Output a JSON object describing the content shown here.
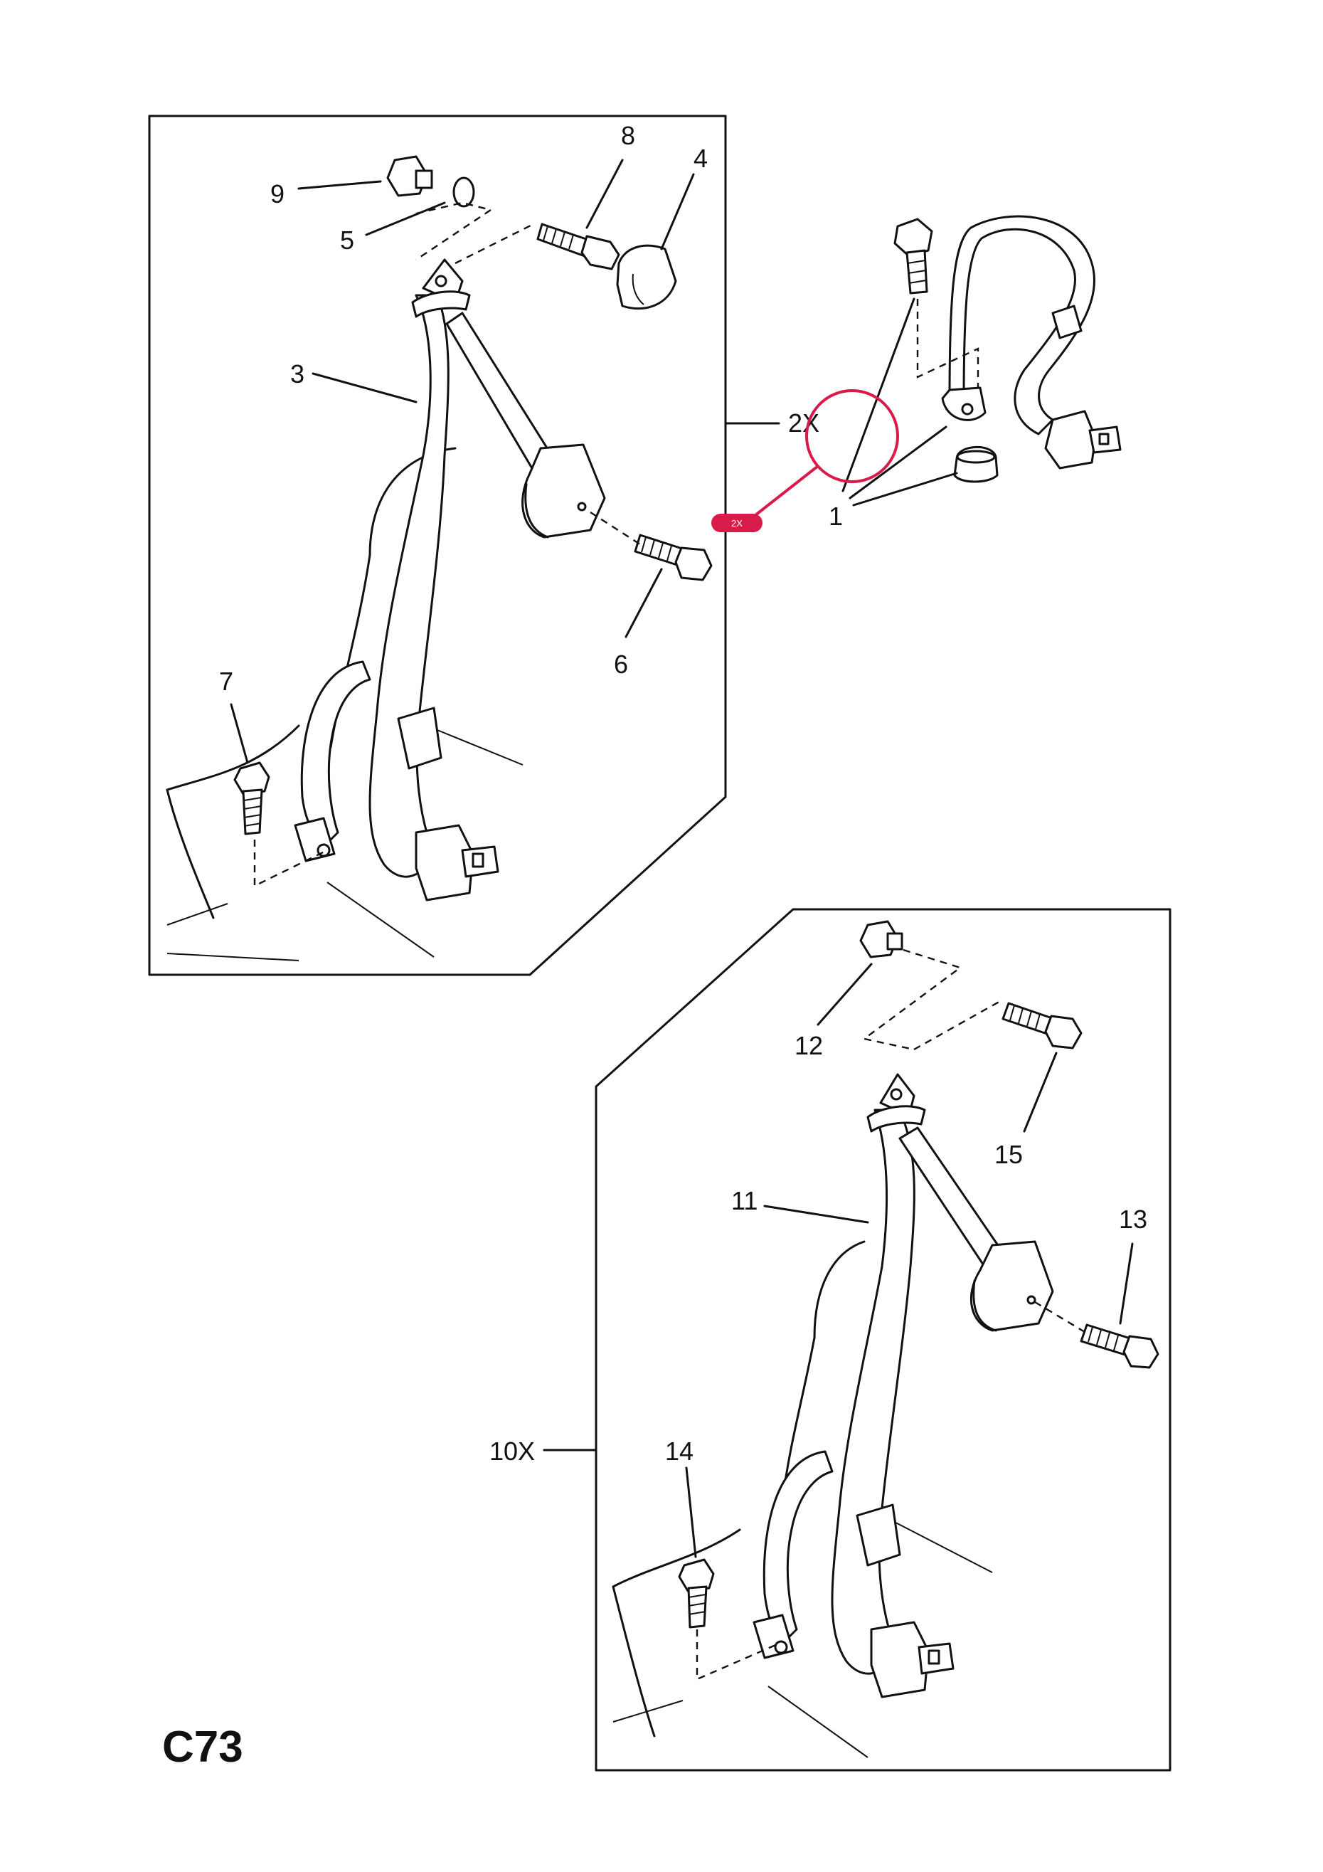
{
  "page_code": "C73",
  "callouts": [
    {
      "id": "1",
      "text": "1"
    },
    {
      "id": "2",
      "text": "2X"
    },
    {
      "id": "3",
      "text": "3"
    },
    {
      "id": "4",
      "text": "4"
    },
    {
      "id": "5",
      "text": "5"
    },
    {
      "id": "6",
      "text": "6"
    },
    {
      "id": "7",
      "text": "7"
    },
    {
      "id": "8",
      "text": "8"
    },
    {
      "id": "9",
      "text": "9"
    },
    {
      "id": "10",
      "text": "10X"
    },
    {
      "id": "11",
      "text": "11"
    },
    {
      "id": "12",
      "text": "12"
    },
    {
      "id": "13",
      "text": "13"
    },
    {
      "id": "14",
      "text": "14"
    },
    {
      "id": "15",
      "text": "15"
    }
  ],
  "highlight": {
    "badge_label": "2X",
    "color": "#d81b4a"
  }
}
